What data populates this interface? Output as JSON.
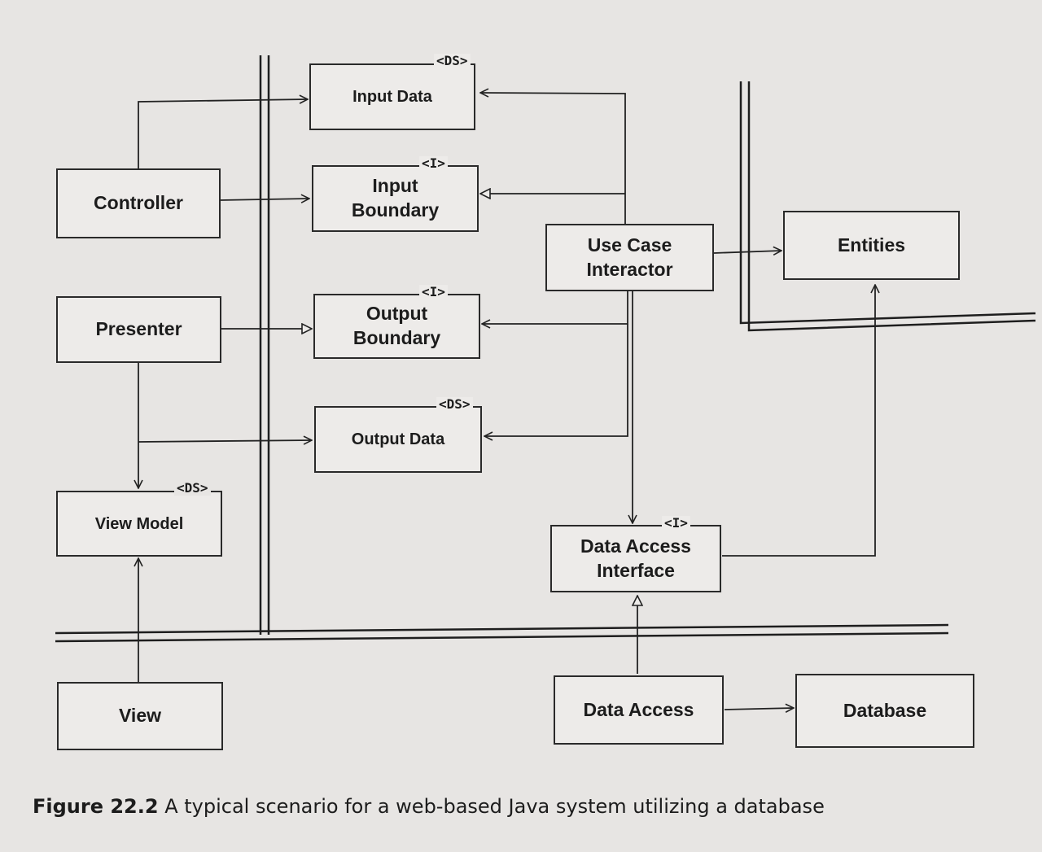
{
  "diagram": {
    "boxes": {
      "controller": "Controller",
      "presenter": "Presenter",
      "view_model": "View Model",
      "view": "View",
      "input_data": "Input Data",
      "input_boundary_l1": "Input",
      "input_boundary_l2": "Boundary",
      "output_boundary_l1": "Output",
      "output_boundary_l2": "Boundary",
      "output_data": "Output Data",
      "use_case_l1": "Use Case",
      "use_case_l2": "Interactor",
      "entities": "Entities",
      "data_access_interface_l1": "Data Access",
      "data_access_interface_l2": "Interface",
      "data_access": "Data Access",
      "database": "Database"
    },
    "stereotypes": {
      "ds": "<DS>",
      "interface": "<I>"
    }
  },
  "caption": {
    "number": "Figure 22.2",
    "text": "A typical scenario for a web-based Java system utilizing a database"
  }
}
